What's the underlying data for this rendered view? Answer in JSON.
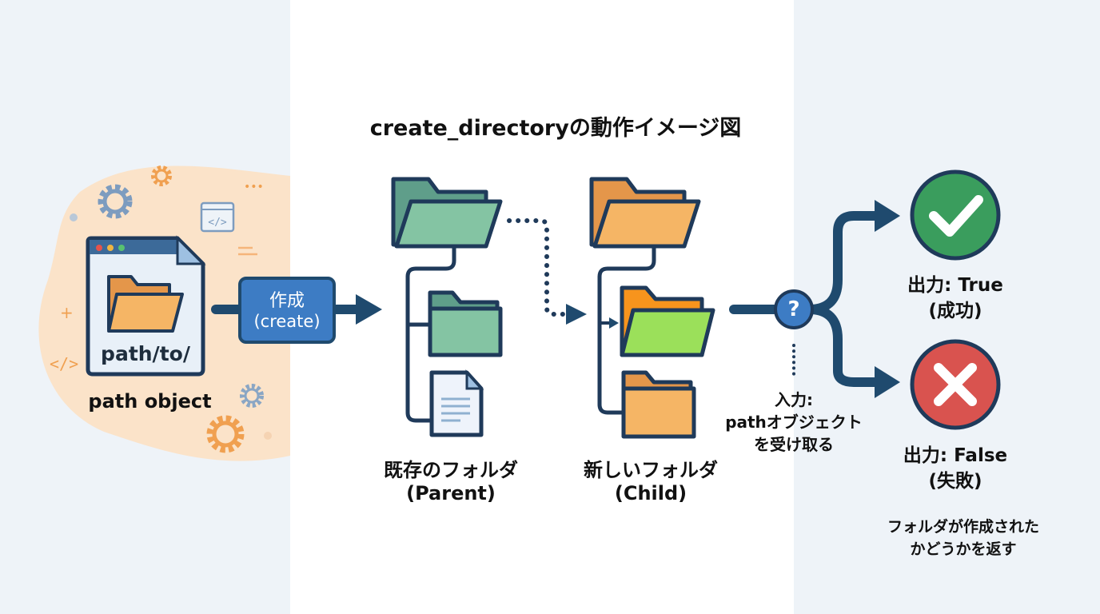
{
  "title": "create_directoryの動作イメージ図",
  "input_object": {
    "path_text": "path/to/",
    "caption": "path object"
  },
  "create_box": {
    "line1": "作成",
    "line2": "(create)"
  },
  "parent_folder": {
    "line1": "既存のフォルダ",
    "line2": "(Parent)"
  },
  "child_folder": {
    "line1": "新しいフォルダ",
    "line2": "(Child)"
  },
  "decision": {
    "symbol": "?",
    "input_label_line1": "入力:",
    "input_label_line2": "pathオブジェクト",
    "input_label_line3": "を受け取る"
  },
  "outputs": {
    "true_line1": "出力: True",
    "true_line2": "(成功)",
    "false_line1": "出力: False",
    "false_line2": "(失敗)",
    "note_line1": "フォルダが作成された",
    "note_line2": "かどうかを返す"
  },
  "colors": {
    "navy": "#1f4a6e",
    "blue_box": "#3d7cc4",
    "green_folder": "#7fbf9b",
    "orange_folder": "#f2ad5e",
    "new_folder_front": "#9be05a",
    "new_folder_back": "#f7941d",
    "success": "#3a9d5d",
    "failure": "#d9534f"
  }
}
